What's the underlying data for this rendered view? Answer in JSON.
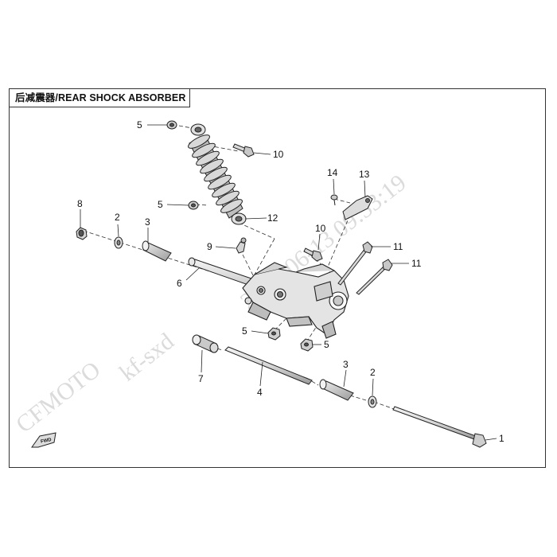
{
  "title": "后减震器/REAR SHOCK ABSORBER",
  "watermark": {
    "timestamp": "2023-06-13  09:53:19",
    "user": "kf-sxd",
    "brand": "CFMOTO"
  },
  "fwd_label": "FWD",
  "callouts": [
    {
      "id": "c1",
      "label": "1"
    },
    {
      "id": "c2a",
      "label": "2"
    },
    {
      "id": "c2b",
      "label": "2"
    },
    {
      "id": "c3a",
      "label": "3"
    },
    {
      "id": "c3b",
      "label": "3"
    },
    {
      "id": "c4",
      "label": "4"
    },
    {
      "id": "c5a",
      "label": "5"
    },
    {
      "id": "c5b",
      "label": "5"
    },
    {
      "id": "c5c",
      "label": "5"
    },
    {
      "id": "c5d",
      "label": "5"
    },
    {
      "id": "c6",
      "label": "6"
    },
    {
      "id": "c7",
      "label": "7"
    },
    {
      "id": "c8",
      "label": "8"
    },
    {
      "id": "c9",
      "label": "9"
    },
    {
      "id": "c10a",
      "label": "10"
    },
    {
      "id": "c10b",
      "label": "10"
    },
    {
      "id": "c11a",
      "label": "11"
    },
    {
      "id": "c11b",
      "label": "11"
    },
    {
      "id": "c12",
      "label": "12"
    },
    {
      "id": "c13",
      "label": "13"
    },
    {
      "id": "c14",
      "label": "14"
    }
  ]
}
